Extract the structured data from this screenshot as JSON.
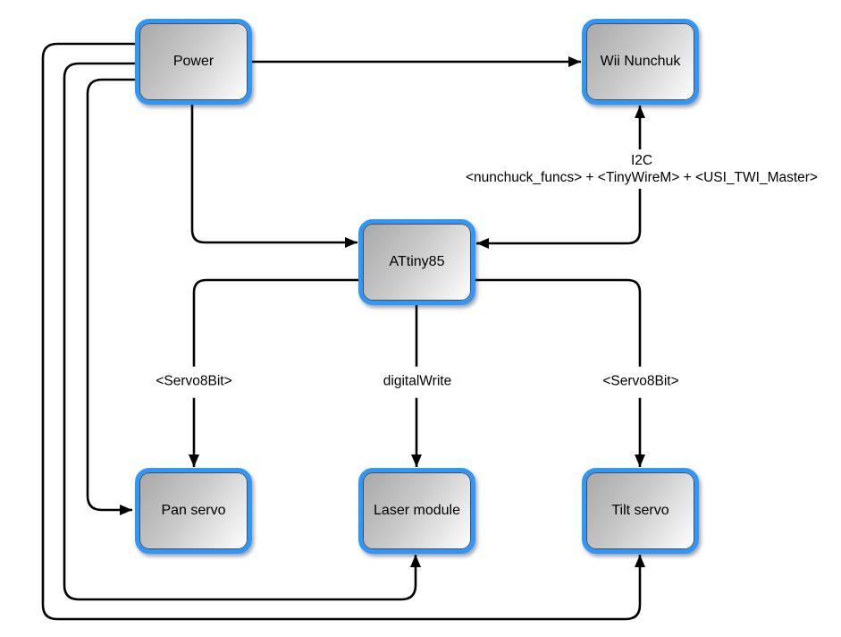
{
  "diagram": {
    "title": "Nunchuk-controlled laser pan/tilt block diagram",
    "accent_color": "#2f97fb",
    "line_color": "#000000",
    "background_color": "#ffffff",
    "nodes": [
      {
        "id": "power",
        "label": "Power"
      },
      {
        "id": "wii-nunchuk",
        "label": "Wii Nunchuk"
      },
      {
        "id": "attiny85",
        "label": "ATtiny85"
      },
      {
        "id": "pan-servo",
        "label": "Pan servo"
      },
      {
        "id": "laser-module",
        "label": "Laser module"
      },
      {
        "id": "tilt-servo",
        "label": "Tilt servo"
      }
    ],
    "edge_labels": {
      "i2c_title": "I2C",
      "i2c_libs": "<nunchuck_funcs> + <TinyWireM> + <USI_TWI_Master>",
      "pan_lib": "<Servo8Bit>",
      "laser_call": "digitalWrite",
      "tilt_lib": "<Servo8Bit>"
    }
  }
}
